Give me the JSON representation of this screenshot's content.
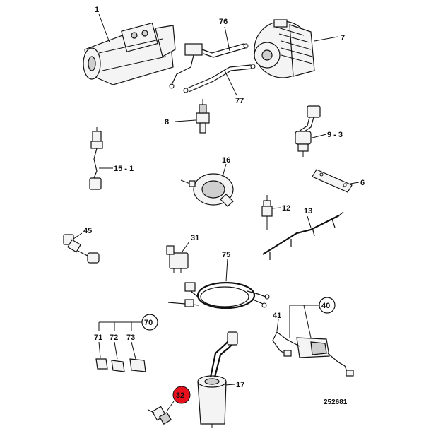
{
  "labels": {
    "p1": "1",
    "p76": "76",
    "p7": "7",
    "p77": "77",
    "p8": "8",
    "p93": "9 - 3",
    "p151": "15 - 1",
    "p16": "16",
    "p6": "6",
    "p12": "12",
    "p13": "13",
    "p45": "45",
    "p31": "31",
    "p75": "75",
    "p40": "40",
    "p41": "41",
    "p70": "70",
    "p71": "71",
    "p72": "72",
    "p73": "73",
    "p17": "17",
    "p32": "32"
  },
  "reference_number": "252681",
  "colors": {
    "line": "#111111",
    "highlight": "#e8101c",
    "background": "#ffffff"
  }
}
